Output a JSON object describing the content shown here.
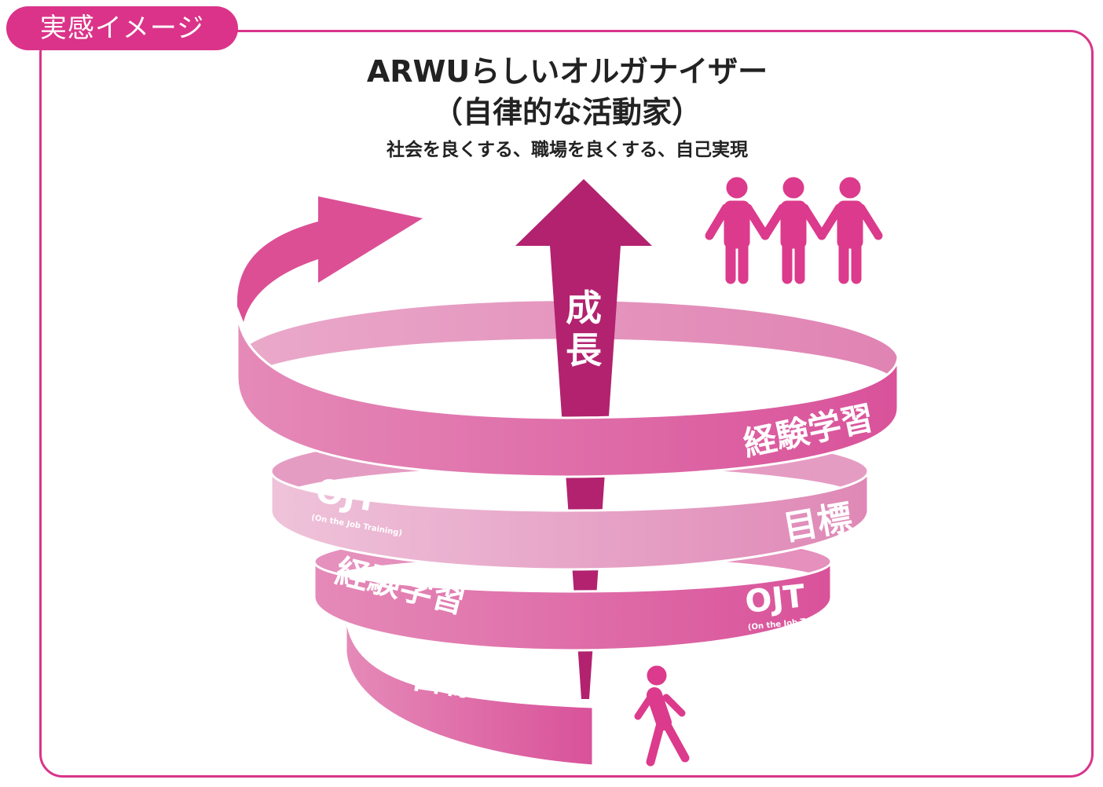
{
  "tag_label": "実感イメージ",
  "heading": {
    "line1": "ARWUらしいオルガナイザー",
    "line2": "（自律的な活動家）",
    "subtitle": "社会を良くする、職場を良くする、自己実現"
  },
  "growth_arrow": {
    "label1": "成",
    "label2": "長"
  },
  "spiral_bands": [
    {
      "label": "経験学習"
    },
    {
      "label": "目標"
    },
    {
      "label": "OJT",
      "sublabel": "(On the Job Training)"
    },
    {
      "label": "経験学習"
    },
    {
      "label": "OJT",
      "sublabel": "(On the Job Training)"
    },
    {
      "label": "目標"
    }
  ],
  "colors": {
    "accent": "#db3389",
    "arrow": "#b2226f",
    "band": "#dd6aa6",
    "band_light": "#ebb3cf"
  }
}
